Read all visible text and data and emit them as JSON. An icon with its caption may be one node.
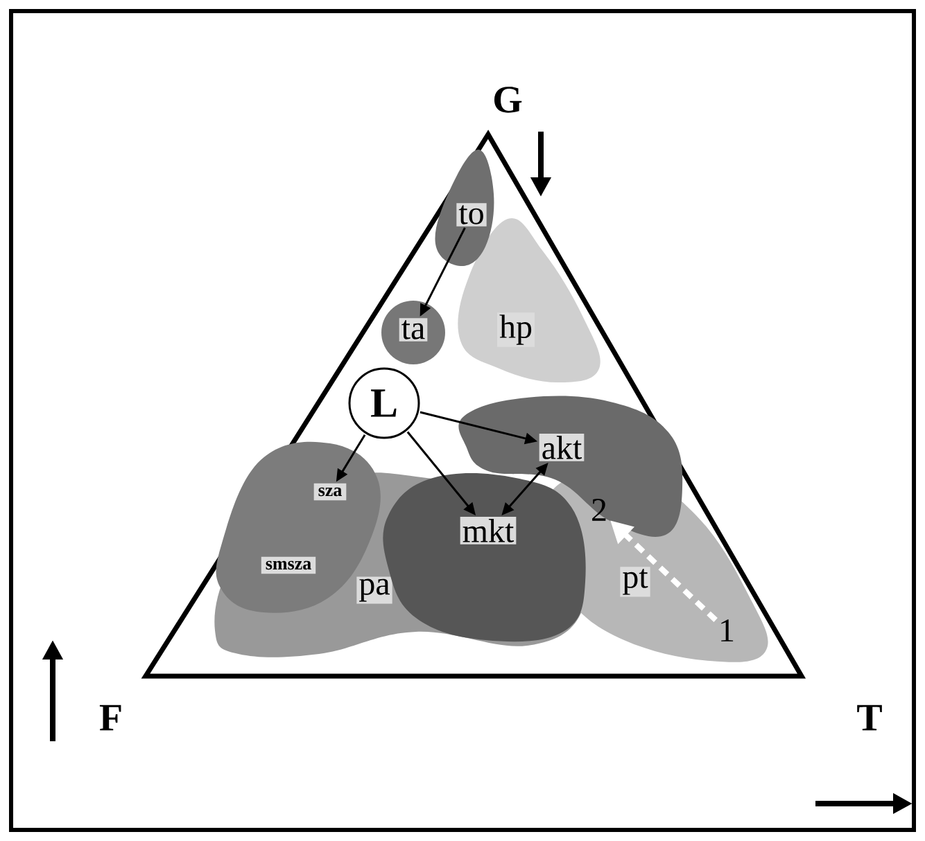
{
  "diagram": {
    "nodes": [
      {
        "text": [
          "to"
        ]
      },
      {
        "text": [
          "ta"
        ]
      },
      {
        "text": [
          "hp"
        ]
      },
      {
        "text": [
          "L"
        ]
      },
      {
        "text": [
          "akt"
        ]
      },
      {
        "text": [
          "sza"
        ]
      },
      {
        "text": [
          "smsza"
        ]
      },
      {
        "text": [
          "pa"
        ]
      },
      {
        "text": [
          "mkt"
        ]
      },
      {
        "text": [
          "pt"
        ]
      },
      {
        "text": [
          "2"
        ]
      },
      {
        "text": [
          "1"
        ]
      }
    ],
    "edges": [
      {
        "from": 0,
        "to": 1,
        "arrow": "to"
      },
      {
        "from": 3,
        "to": 4,
        "arrow": "to"
      },
      {
        "from": 3,
        "to": 5,
        "arrow": "to"
      },
      {
        "from": 3,
        "to": 8,
        "arrow": "to"
      },
      {
        "from": 8,
        "to": 4,
        "arrow": "both"
      },
      {
        "from": 11,
        "to": 10,
        "arrow": "to",
        "style": "dashed",
        "color": "#ffffff"
      }
    ],
    "labels": [
      "G",
      "F",
      "T"
    ]
  }
}
